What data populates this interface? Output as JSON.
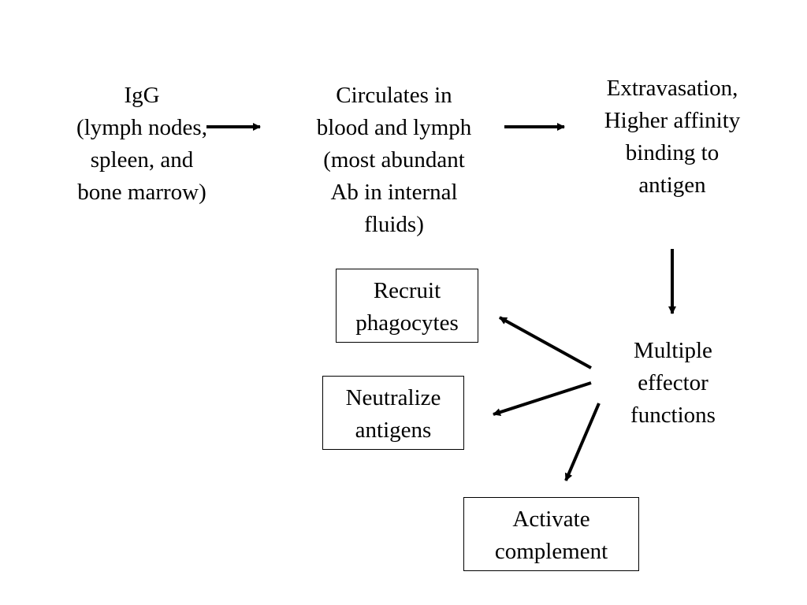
{
  "nodes": {
    "igg": {
      "lines": [
        "IgG",
        "(lymph nodes,",
        "spleen, and",
        "bone marrow)"
      ]
    },
    "circulates": {
      "lines": [
        "Circulates in",
        "blood and lymph",
        "(most abundant",
        "Ab in internal",
        "fluids)"
      ]
    },
    "extravasation": {
      "lines": [
        "Extravasation,",
        "Higher affinity",
        "binding to",
        "antigen"
      ]
    },
    "multiple": {
      "lines": [
        "Multiple",
        "effector",
        "functions"
      ]
    },
    "recruit": {
      "lines": [
        "Recruit",
        "phagocytes"
      ]
    },
    "neutralize": {
      "lines": [
        "Neutralize",
        "antigens"
      ]
    },
    "activate": {
      "lines": [
        "Activate",
        "complement"
      ]
    }
  },
  "edges": [
    {
      "from": "igg",
      "to": "circulates"
    },
    {
      "from": "circulates",
      "to": "extravasation"
    },
    {
      "from": "extravasation",
      "to": "multiple"
    },
    {
      "from": "multiple",
      "to": "recruit"
    },
    {
      "from": "multiple",
      "to": "neutralize"
    },
    {
      "from": "multiple",
      "to": "activate"
    }
  ],
  "colors": {
    "text": "#000000",
    "arrow": "#000000",
    "box_border": "#000000",
    "background": "#ffffff"
  }
}
